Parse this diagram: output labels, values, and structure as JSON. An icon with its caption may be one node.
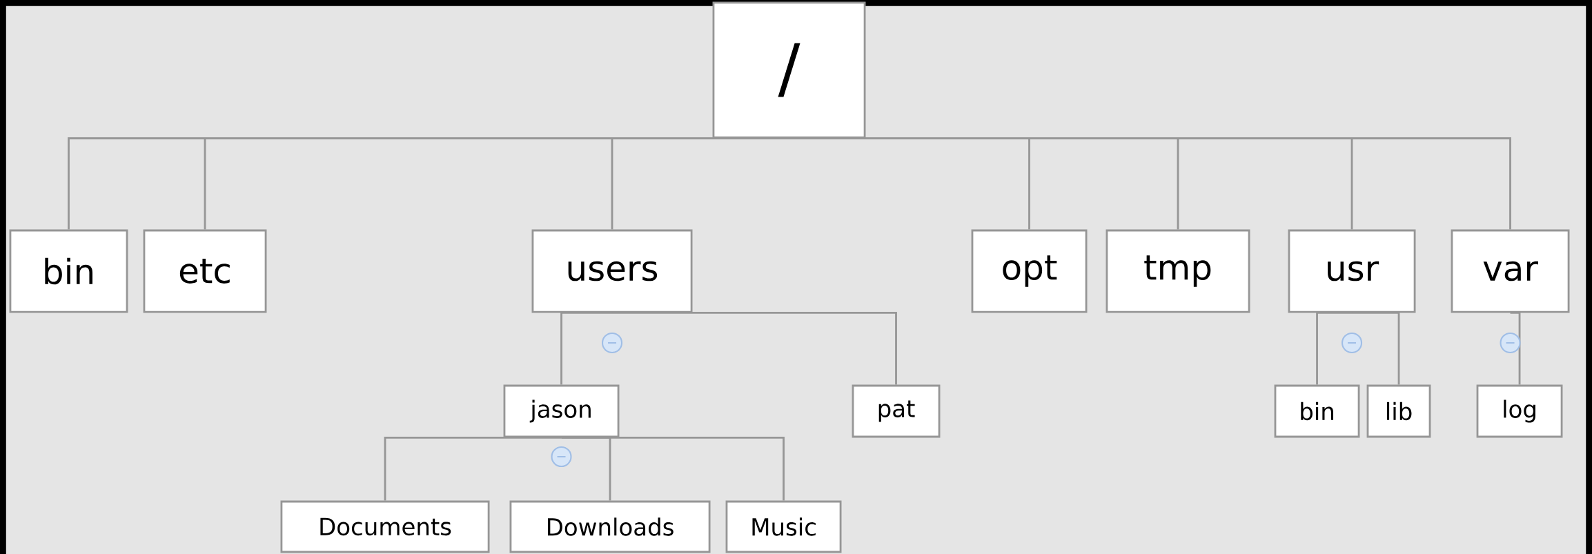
{
  "diagram": {
    "nodes": [
      {
        "text": [
          "/"
        ]
      },
      {
        "text": [
          "bin"
        ]
      },
      {
        "text": [
          "etc"
        ]
      },
      {
        "text": [
          "users"
        ]
      },
      {
        "text": [
          "jason"
        ]
      },
      {
        "text": [
          "pat"
        ]
      },
      {
        "text": [
          "Documents"
        ]
      },
      {
        "text": [
          "Downloads"
        ]
      },
      {
        "text": [
          "Music"
        ]
      },
      {
        "text": [
          "opt"
        ]
      },
      {
        "text": [
          "tmp"
        ]
      },
      {
        "text": [
          "usr"
        ]
      },
      {
        "text": [
          "bin"
        ]
      },
      {
        "text": [
          "lib"
        ]
      },
      {
        "text": [
          "var"
        ]
      },
      {
        "text": [
          "log"
        ]
      }
    ],
    "edges": [
      {
        "from": 0,
        "to": 1,
        "arrow": "none"
      },
      {
        "from": 0,
        "to": 2,
        "arrow": "none"
      },
      {
        "from": 0,
        "to": 3,
        "arrow": "none"
      },
      {
        "from": 3,
        "to": 4,
        "arrow": "none"
      },
      {
        "from": 3,
        "to": 5,
        "arrow": "none"
      },
      {
        "from": 4,
        "to": 6,
        "arrow": "none"
      },
      {
        "from": 4,
        "to": 7,
        "arrow": "none"
      },
      {
        "from": 4,
        "to": 8,
        "arrow": "none"
      },
      {
        "from": 0,
        "to": 9,
        "arrow": "none"
      },
      {
        "from": 0,
        "to": 10,
        "arrow": "none"
      },
      {
        "from": 0,
        "to": 11,
        "arrow": "none"
      },
      {
        "from": 11,
        "to": 12,
        "arrow": "none"
      },
      {
        "from": 11,
        "to": 13,
        "arrow": "none"
      },
      {
        "from": 0,
        "to": 14,
        "arrow": "none"
      },
      {
        "from": 14,
        "to": 15,
        "arrow": "none"
      }
    ]
  }
}
